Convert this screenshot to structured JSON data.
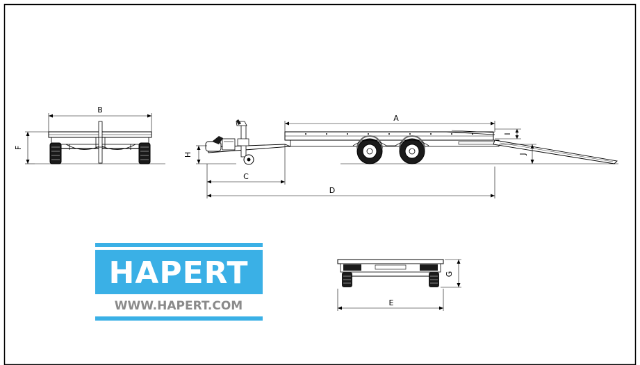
{
  "dimensions": {
    "A": "A",
    "B": "B",
    "C": "C",
    "D": "D",
    "E": "E",
    "F": "F",
    "G": "G",
    "H": "H",
    "I": "I",
    "J": "J"
  },
  "logo": {
    "name": "HAPERT",
    "url": "WWW.HAPERT.COM"
  },
  "colors": {
    "logo_blue": "#3ab0e6",
    "line": "#000000",
    "tire": "#1a1a1a"
  }
}
